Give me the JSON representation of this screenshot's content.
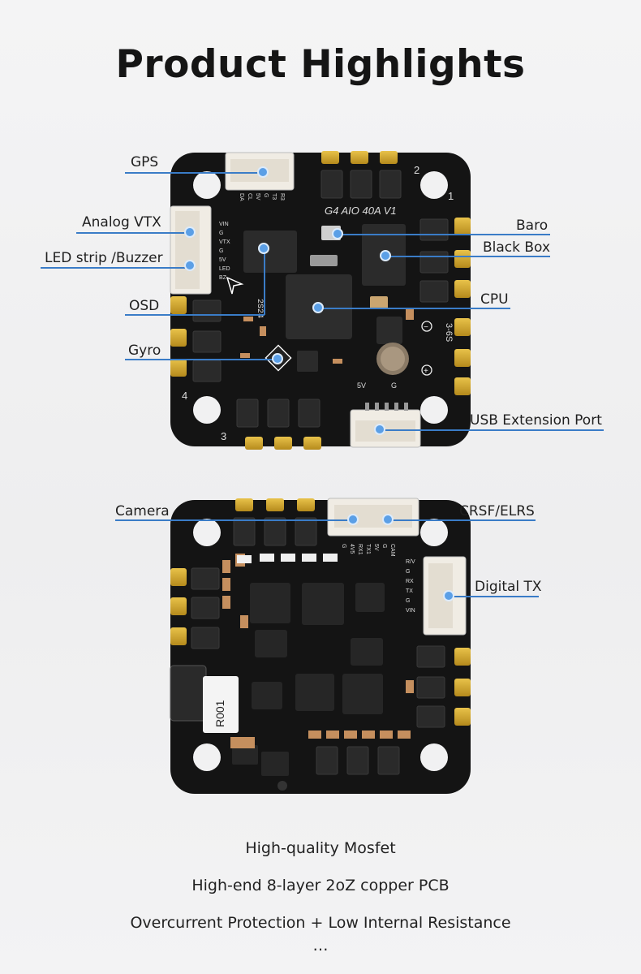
{
  "title": "Product Highlights",
  "board_top": {
    "model": "G4 AIO 40A V1",
    "voltage": "3-6S",
    "pads_left": [
      "VIN",
      "G",
      "VTX",
      "G",
      "5V",
      "LED",
      "BZ-"
    ],
    "gps_pads": [
      "DA",
      "CL",
      "5V",
      "G",
      "T3",
      "R3"
    ],
    "chip_mark": "2S24",
    "usb_pads": [
      "5V",
      "G"
    ],
    "motor_numbers": [
      "1",
      "2",
      "3",
      "4"
    ],
    "polarity_minus": "−",
    "polarity_plus": "+"
  },
  "board_bottom": {
    "resistor_mark": "R001",
    "cam_pads": [
      "G",
      "4V5",
      "RX1",
      "TX1",
      "5V",
      "G",
      "CAM"
    ],
    "dtx_pads": [
      "R/V",
      "G",
      "RX",
      "TX",
      "G",
      "VIN"
    ]
  },
  "callouts_top": {
    "gps": "GPS",
    "analog_vtx": "Analog VTX",
    "led_buzzer": "LED strip /Buzzer",
    "osd": "OSD",
    "gyro": "Gyro",
    "baro": "Baro",
    "black_box": "Black Box",
    "cpu": "CPU",
    "usb": "USB Extension Port"
  },
  "callouts_bottom": {
    "camera": "Camera",
    "crsf": "CRSF/ELRS",
    "digital_tx": "Digital TX"
  },
  "features": [
    "High-quality Mosfet",
    "High-end 8-layer 2oZ copper PCB",
    "Overcurrent Protection + Low Internal Resistance",
    "…"
  ],
  "colors": {
    "accent_line": "#3a7cc7",
    "dot": "#5b9fe6",
    "pcb": "#151515",
    "gold": "#d4a62a"
  }
}
